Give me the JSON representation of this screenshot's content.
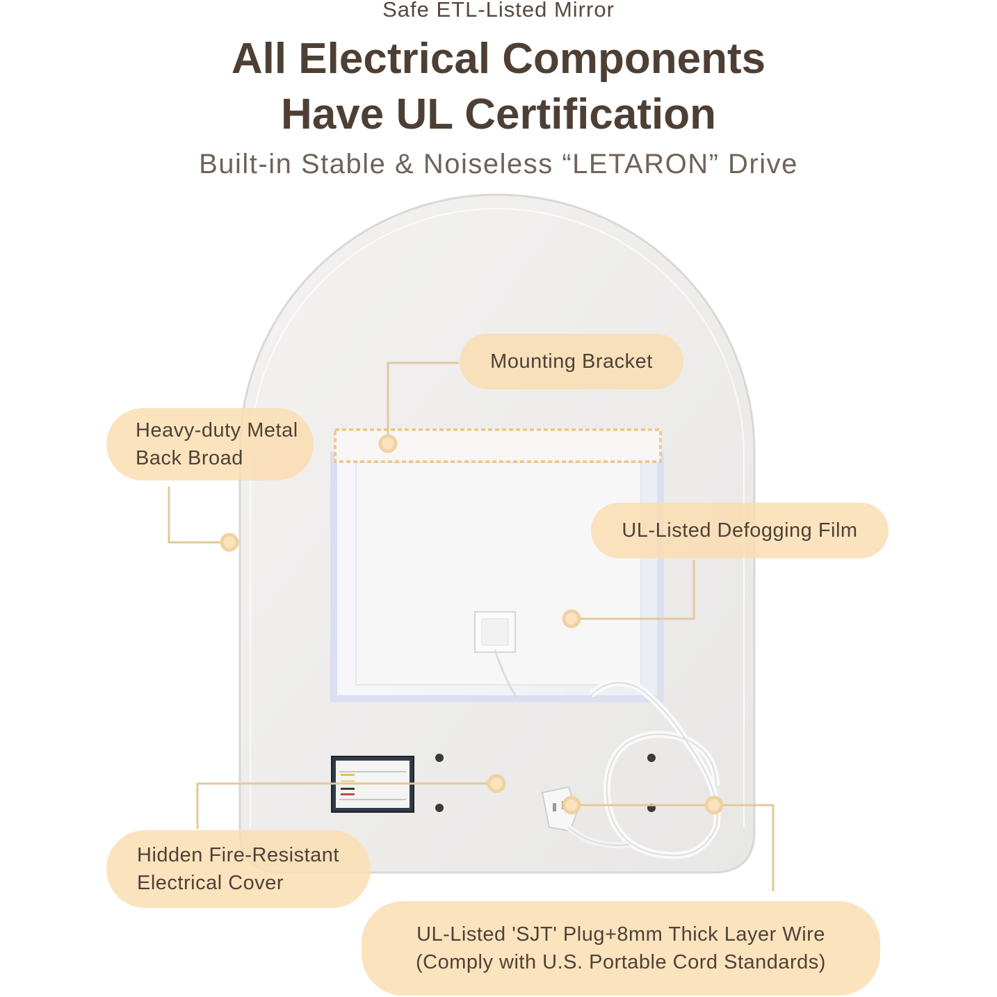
{
  "top_label": "Safe ETL-Listed Mirror",
  "headline": {
    "line1": "All Electrical Components",
    "line2": "Have UL Certification"
  },
  "subline": "Built-in Stable & Noiseless “LETARON” Drive",
  "callouts": {
    "mounting_bracket": "Mounting Bracket",
    "metal_back_line1": "Heavy-duty Metal",
    "metal_back_line2": "Back Broad",
    "defogging_film": "UL-Listed Defogging Film",
    "electrical_cover_line1": "Hidden Fire-Resistant",
    "electrical_cover_line2": "Electrical Cover",
    "plug_line1": "UL-Listed 'SJT' Plug+8mm Thick Layer Wire",
    "plug_line2": "(Comply with U.S. Portable Cord Standards)"
  },
  "colors": {
    "pill": "#FADDB0",
    "leader": "#E3C89A",
    "text": "#4E3F35",
    "mirror": "#EEEDEC"
  }
}
